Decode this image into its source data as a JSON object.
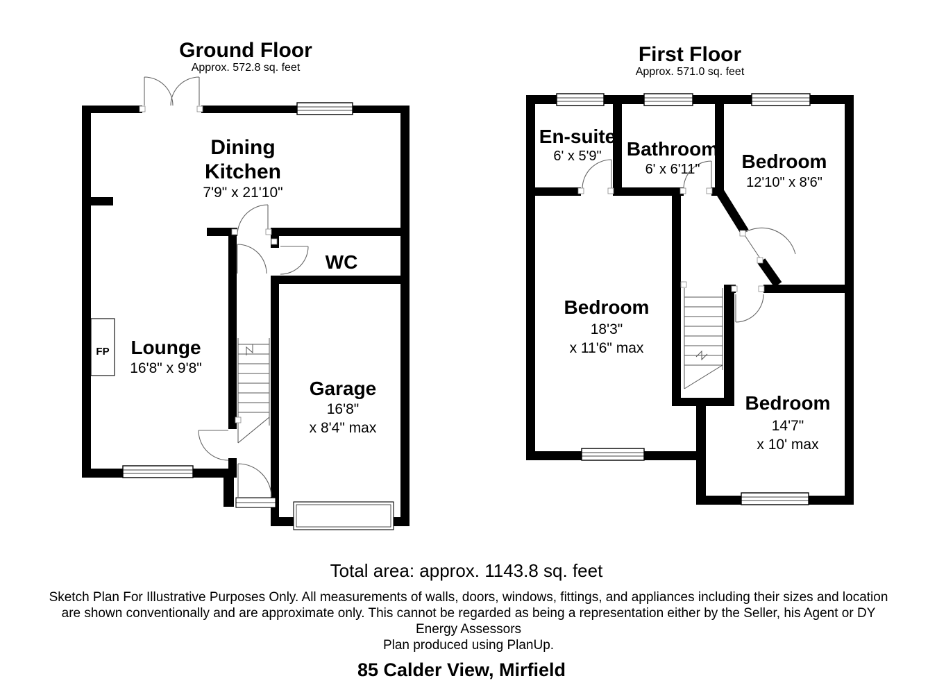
{
  "colors": {
    "wall": "#000000",
    "background": "#ffffff",
    "line": "#555555"
  },
  "ground_floor": {
    "title": "Ground Floor",
    "area": "Approx. 572.8 sq. feet",
    "rooms": {
      "dining_kitchen": {
        "line1": "Dining",
        "line2": "Kitchen",
        "dims": "7'9\" x 21'10\""
      },
      "wc": {
        "name": "WC"
      },
      "lounge": {
        "name": "Lounge",
        "dims": "16'8\" x 9'8\""
      },
      "garage": {
        "name": "Garage",
        "dims1": "16'8\"",
        "dims2": "x 8'4\" max"
      },
      "fireplace": {
        "label": "FP"
      }
    }
  },
  "first_floor": {
    "title": "First Floor",
    "area": "Approx. 571.0 sq. feet",
    "rooms": {
      "ensuite": {
        "name": "En-suite",
        "dims": "6' x 5'9\""
      },
      "bathroom": {
        "name": "Bathroom",
        "dims": "6' x 6'11\""
      },
      "bedroom_front": {
        "name": "Bedroom",
        "dims": "12'10\" x 8'6\""
      },
      "bedroom_main": {
        "name": "Bedroom",
        "dims1": "18'3\"",
        "dims2": "x 11'6\" max"
      },
      "bedroom_rear": {
        "name": "Bedroom",
        "dims1": "14'7\"",
        "dims2": "x 10' max"
      }
    }
  },
  "footer": {
    "total_area": "Total area: approx. 1143.8 sq. feet",
    "disclaimer1": "Sketch Plan For Illustrative Purposes Only. All measurements of walls, doors, windows, fittings, and appliances including their sizes and location",
    "disclaimer2": "are shown conventionally and are approximate only. This cannot be regarded as being a representation either by the Seller, his Agent or DY",
    "disclaimer3": "Energy Assessors",
    "disclaimer4": "Plan produced using PlanUp.",
    "address": "85 Calder View, Mirfield"
  }
}
